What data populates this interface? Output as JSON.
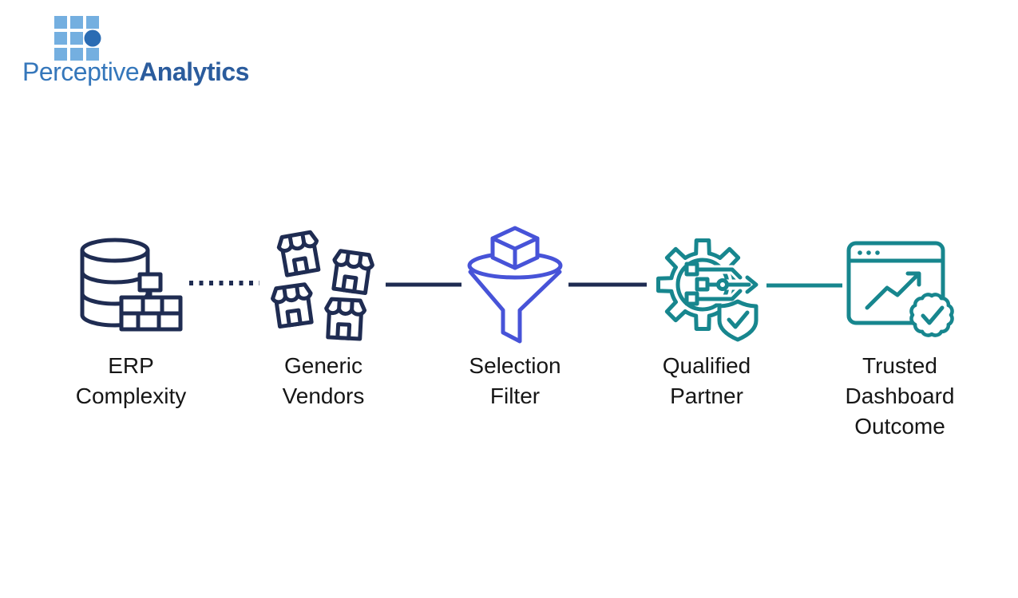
{
  "brand": {
    "name_regular": "Perceptive",
    "name_bold": "Analytics"
  },
  "flow": {
    "stages": [
      {
        "label": "ERP\nComplexity",
        "icon": "database-blocks-icon",
        "color": "#1f2c52"
      },
      {
        "label": "Generic\nVendors",
        "icon": "storefronts-icon",
        "color": "#1f2c52"
      },
      {
        "label": "Selection\nFilter",
        "icon": "funnel-cube-icon",
        "color": "#4753d8"
      },
      {
        "label": "Qualified\nPartner",
        "icon": "gear-circuit-shield-icon",
        "color": "#17868e"
      },
      {
        "label": "Trusted\nDashboard\nOutcome",
        "icon": "dashboard-badge-icon",
        "color": "#17868e"
      }
    ],
    "connectors": [
      {
        "from": "ERP Complexity",
        "to": "Generic Vendors",
        "style": "dotted",
        "color": "#1f2c52"
      },
      {
        "from": "Generic Vendors",
        "to": "Selection Filter",
        "style": "solid",
        "color": "#1f2c52"
      },
      {
        "from": "Selection Filter",
        "to": "Qualified Partner",
        "style": "solid",
        "color": "#1f2c52"
      },
      {
        "from": "Qualified Partner",
        "to": "Trusted Dashboard Outcome",
        "style": "solid",
        "color": "#17868e"
      }
    ]
  },
  "colors": {
    "navy": "#1f2c52",
    "indigo": "#4753d8",
    "teal": "#17868e",
    "logo_light_blue": "#74afe0",
    "logo_dark_blue": "#2b6cb3",
    "logo_text_regular": "#3577bb",
    "logo_text_bold": "#2b5c9d",
    "label_text": "#161616",
    "background": "#ffffff"
  }
}
